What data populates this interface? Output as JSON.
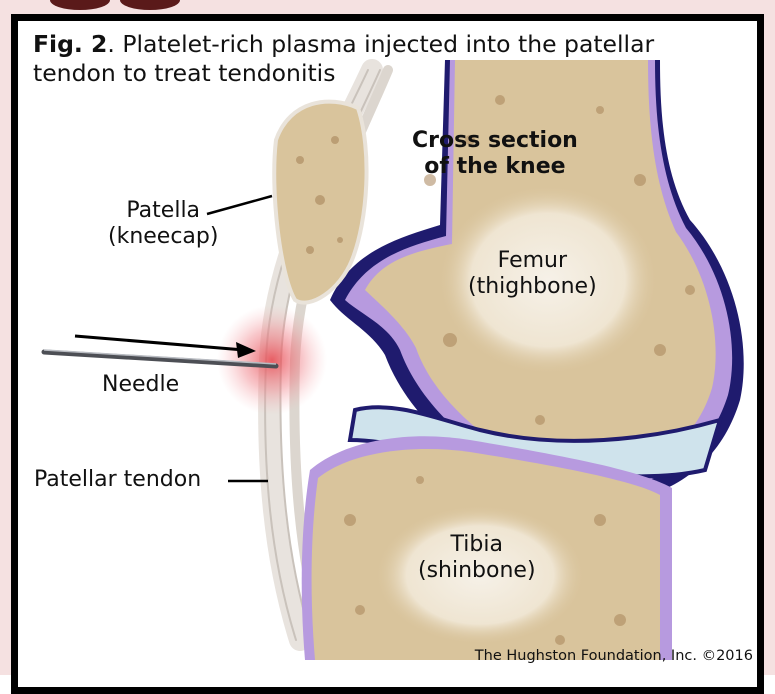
{
  "figure": {
    "caption_label": "Fig. 2",
    "caption_text": ". Platelet-rich plasma injected into the patellar tendon to treat tendonitis",
    "credit": "The Hughston Foundation, Inc. ©2016"
  },
  "labels": {
    "title_line1": "Cross section",
    "title_line2": "of the knee",
    "patella_name": "Patella",
    "patella_common": "(kneecap)",
    "femur_name": "Femur",
    "femur_common": "(thighbone)",
    "needle": "Needle",
    "tendon": "Patellar tendon",
    "tibia_name": "Tibia",
    "tibia_common": "(shinbone)"
  },
  "colors": {
    "frame": "#000000",
    "bone": "#d9c49c",
    "bone_marrow": "#f3ece0",
    "cartilage": "#b79adf",
    "joint_capsule": "#1f1b6e",
    "meniscus": "#cfe3ec",
    "inflammation": "#e8474f"
  }
}
